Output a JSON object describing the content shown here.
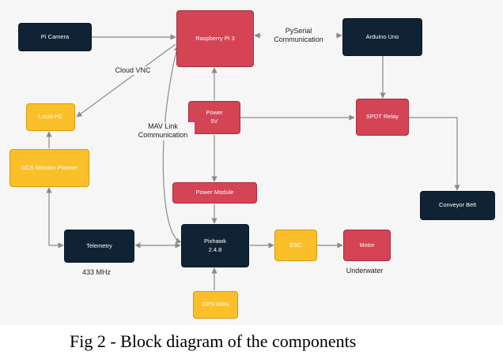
{
  "colors": {
    "navy": "#102334",
    "red": "#d44455",
    "yellow": "#fbbf2a",
    "wire": "#8a8a8a"
  },
  "nodes": {
    "pi_camera": "Pi Camera",
    "raspberry_pi": "Raspberry Pi 3",
    "arduino": "Arduino Uno",
    "local_pc": "Local PC",
    "power": "Power\n5V",
    "spdt_relay": "SPDT Relay",
    "gcs": "GCS Mission Planner",
    "power_module": "Power Module",
    "conveyor": "Conveyor Belt",
    "telemetry": "Telemetry",
    "pixhawk": "Pixhawk\n2.4.8",
    "esc": "ESC",
    "motor": "Motor",
    "gps": "GPS M8N"
  },
  "labels": {
    "pyserial": "PySerial\nCommunication",
    "cloud_vnc": "Cloud VNC",
    "mav_link": "MAV Link\nCommunication",
    "freq": "433 MHz",
    "underwater": "Underwater"
  },
  "caption": "Fig 2 - Block diagram of the components"
}
